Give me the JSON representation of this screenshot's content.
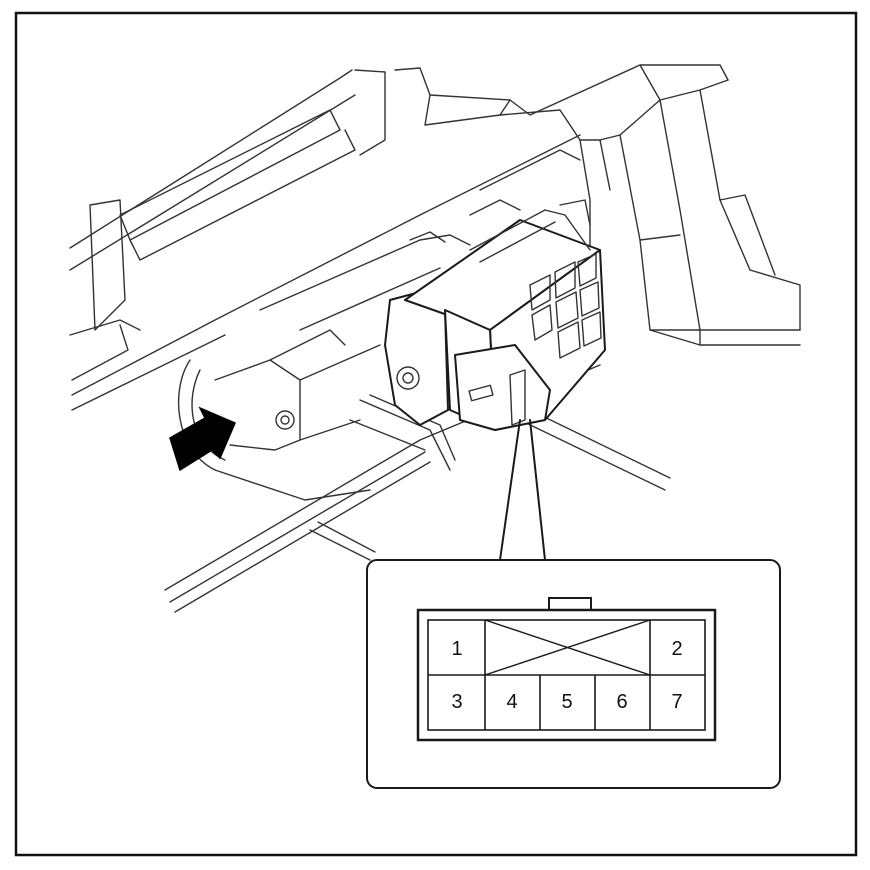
{
  "connector": {
    "pins_top_row": [
      "1",
      "2"
    ],
    "pins_bottom_row": [
      "3",
      "4",
      "5",
      "6",
      "7"
    ]
  }
}
